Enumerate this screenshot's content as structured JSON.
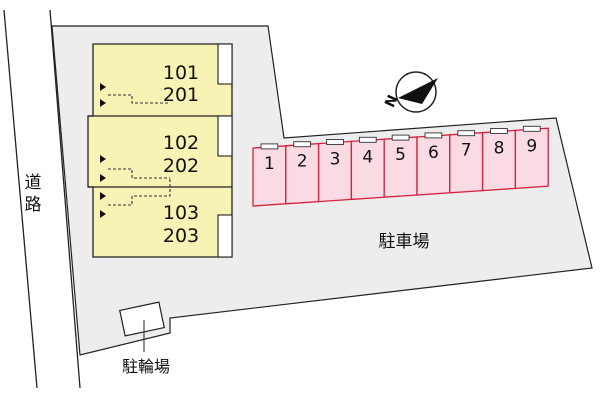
{
  "road": {
    "label": "道路"
  },
  "buildings": [
    {
      "units": [
        "101",
        "201"
      ]
    },
    {
      "units": [
        "102",
        "202"
      ]
    },
    {
      "units": [
        "103",
        "203"
      ]
    }
  ],
  "parking": {
    "label": "駐車場",
    "spaces": [
      "1",
      "2",
      "3",
      "4",
      "5",
      "6",
      "7",
      "8",
      "9"
    ],
    "space_color": "#fadbe3",
    "border_color": "#d4213d"
  },
  "bicycle_parking": {
    "label": "駐輪場"
  },
  "compass": {
    "label": "N"
  },
  "colors": {
    "lot": "#ededed",
    "building": "#f7f3b4",
    "outline": "#222222"
  }
}
